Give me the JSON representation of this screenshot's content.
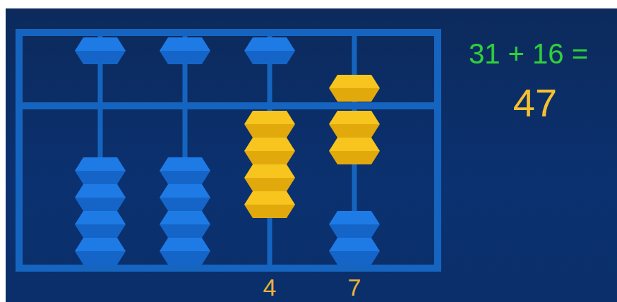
{
  "diagram": {
    "labels": [
      "31 + 16 =",
      "47",
      "4",
      "7"
    ]
  }
}
